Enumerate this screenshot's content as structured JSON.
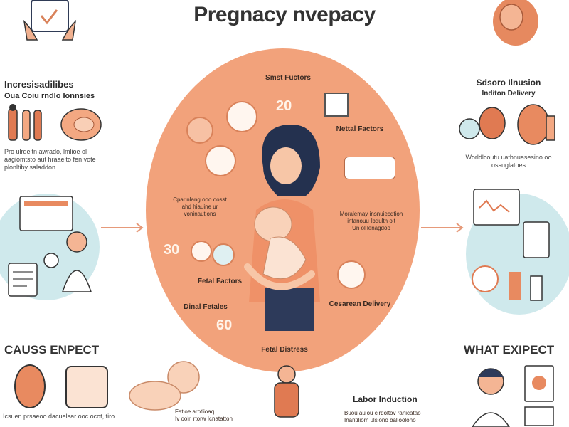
{
  "title": "Pregnacy nvepacy",
  "left_top": {
    "heading_1": "Incresisadilibes",
    "heading_2": "Oua Coiu rndlo Ionnsies",
    "caption_1": "Pro ulrdeltn awrado, lmlioe ol",
    "caption_2": "aagiomtsto aut hraaelto fen vote",
    "caption_3": "plonltiby saladdon"
  },
  "right_top": {
    "heading_1": "Sdsoro Ilnusion",
    "heading_2": "Inditon Delivery",
    "caption": "Worldlcoutu uatbnuasesino oo ossuglatoes"
  },
  "center": {
    "labels": {
      "smart_factors": "Smst Fuctors",
      "nettal_factors": "Nettal Factors",
      "fetal_factors": "Fetal Factors",
      "dinal_fetales": "Dinal Fetales",
      "cesarean": "Cesarean Delivery",
      "fetal_distress": "Fetal Distress"
    },
    "numbers": {
      "n20": "20",
      "n30": "30",
      "n60": "60"
    },
    "left_text_1": "Cparinlang ooo oosst",
    "left_text_2": "ahd hiauine ur",
    "left_text_3": "voninautions",
    "right_text_1": "Moralemay insnuiecdtion",
    "right_text_2": "intanouu Ibdulth oit",
    "right_text_3": "Un ol lenagdoo"
  },
  "bottom_left": {
    "heading": "CAUSS ENPECT",
    "caption": "Icsuen prsaeoo dacuelsar ooc ocot, tiro"
  },
  "bottom_right": {
    "heading": "WHAT EXIPECT"
  },
  "bottom_middle": {
    "caption_1": "Fatioe arotlioaq",
    "caption_2": "Iv oolrl rtorw Icnatatton"
  },
  "labor": {
    "heading": "Labor Induction",
    "caption_1": "Buou auiou cirdoltov ranicatao",
    "caption_2": "Inantiliom ulsiono balioolono"
  },
  "colors": {
    "peach": "#f2a27b",
    "dark_peach": "#d9825a",
    "teal": "#cfe9ec",
    "navy": "#2d3a5a"
  }
}
